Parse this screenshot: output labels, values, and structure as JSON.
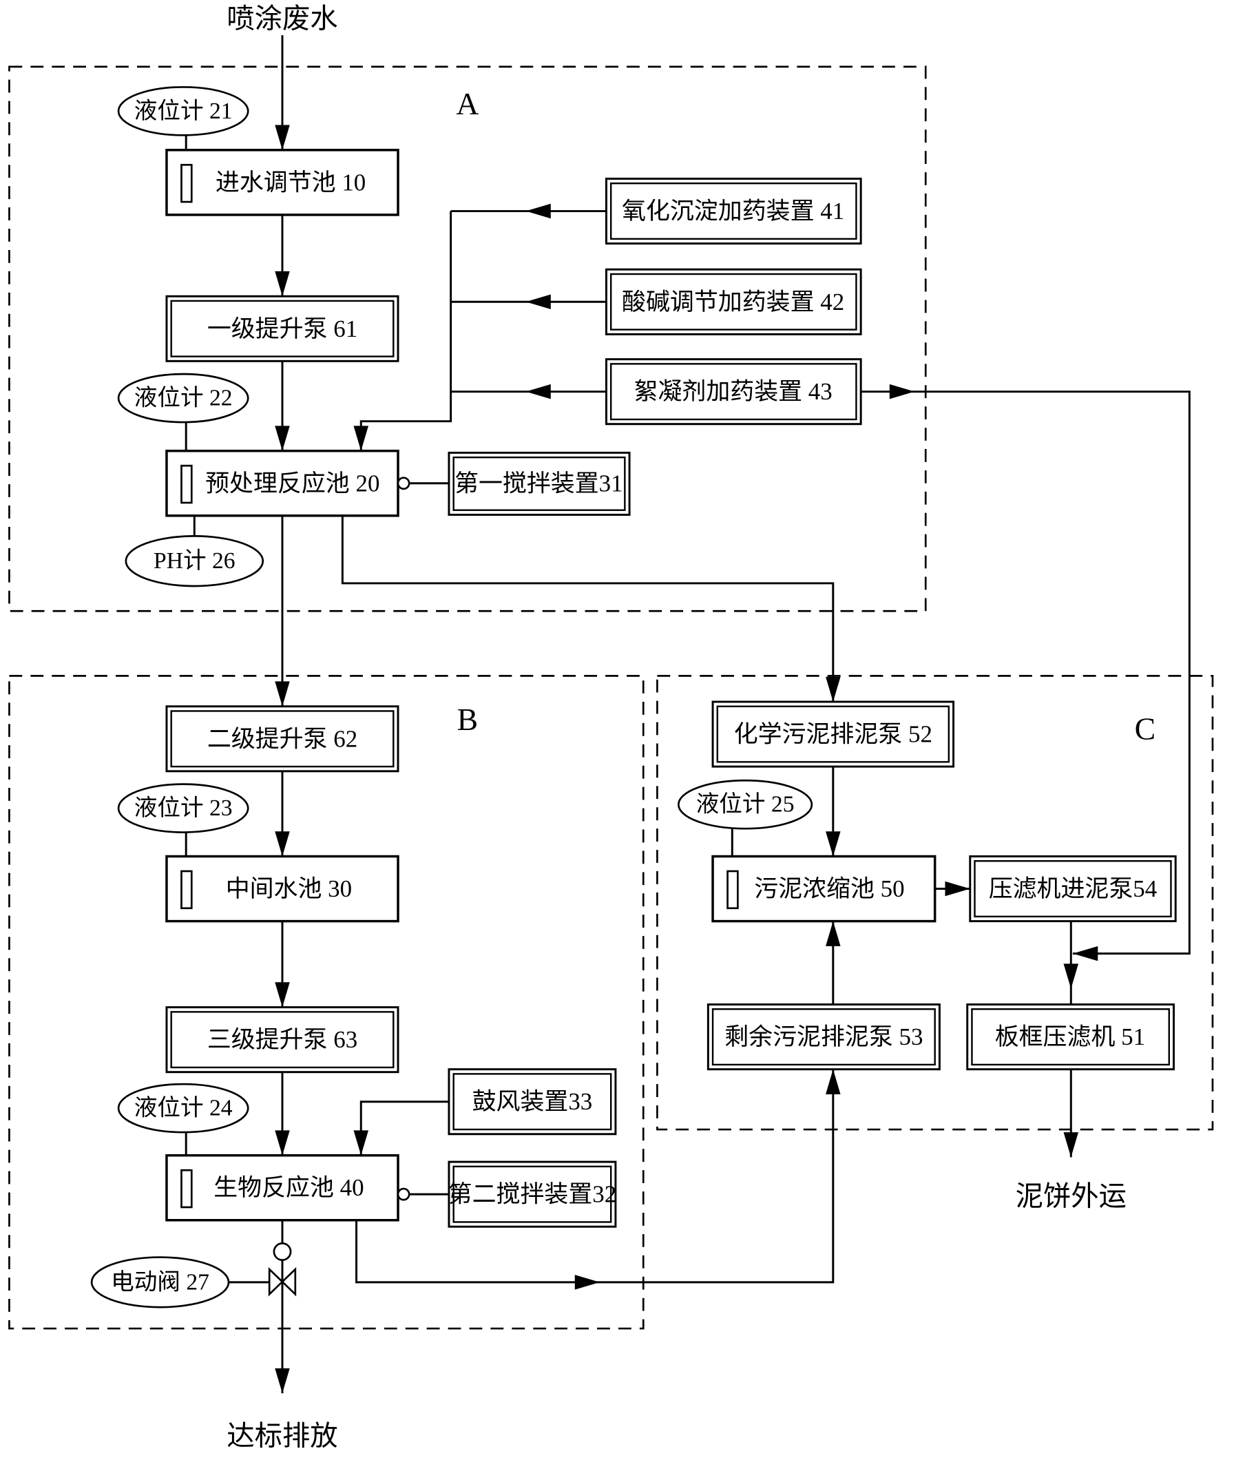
{
  "diagram": {
    "inlet_label": "喷涂废水",
    "outlet_label": "达标排放",
    "sludge_cake_label": "泥饼外运",
    "section_labels": {
      "a": "A",
      "b": "B",
      "c": "C"
    },
    "nodes": {
      "inlet_tank": "进水调节池 10",
      "lift_pump_1": "一级提升泵 61",
      "pretreatment_tank": "预处理反应池 20",
      "stirrer_1": "第一搅拌装置31",
      "oxidation_dosing": "氧化沉淀加药装置 41",
      "acid_base_dosing": "酸碱调节加药装置 42",
      "flocculant_dosing": "絮凝剂加药装置 43",
      "lift_pump_2": "二级提升泵 62",
      "intermediate_tank": "中间水池 30",
      "lift_pump_3": "三级提升泵 63",
      "bio_reactor": "生物反应池 40",
      "blower": "鼓风装置33",
      "stirrer_2": "第二搅拌装置32",
      "chem_sludge_pump": "化学污泥排泥泵 52",
      "sludge_thickener": "污泥浓缩池 50",
      "press_feed_pump": "压滤机进泥泵54",
      "excess_sludge_pump": "剩余污泥排泥泵 53",
      "plate_filter_press": "板框压滤机 51"
    },
    "instruments": {
      "level_gauge_21": "液位计 21",
      "level_gauge_22": "液位计 22",
      "level_gauge_23": "液位计 23",
      "level_gauge_24": "液位计 24",
      "level_gauge_25": "液位计 25",
      "ph_meter_26": "PH计 26",
      "electric_valve_27": "电动阀 27"
    }
  }
}
